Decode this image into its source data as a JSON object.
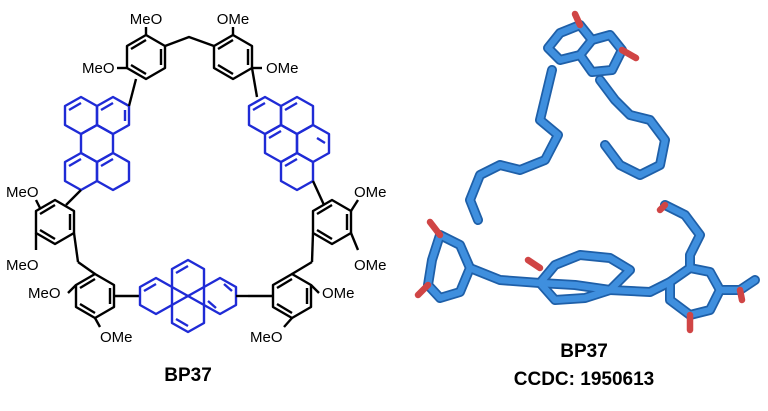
{
  "left_structure": {
    "substituent": "MeO",
    "substituent_right": "OMe",
    "caption": "BP37"
  },
  "right_structure": {
    "caption_line1": "BP37",
    "caption_line2": "CCDC: 1950613"
  },
  "colors": {
    "benzene_bonds": "#000000",
    "pyrene_bonds": "#1f2bd6",
    "crystal_carbon": "#3f8fde",
    "crystal_oxygen": "#d04545"
  }
}
